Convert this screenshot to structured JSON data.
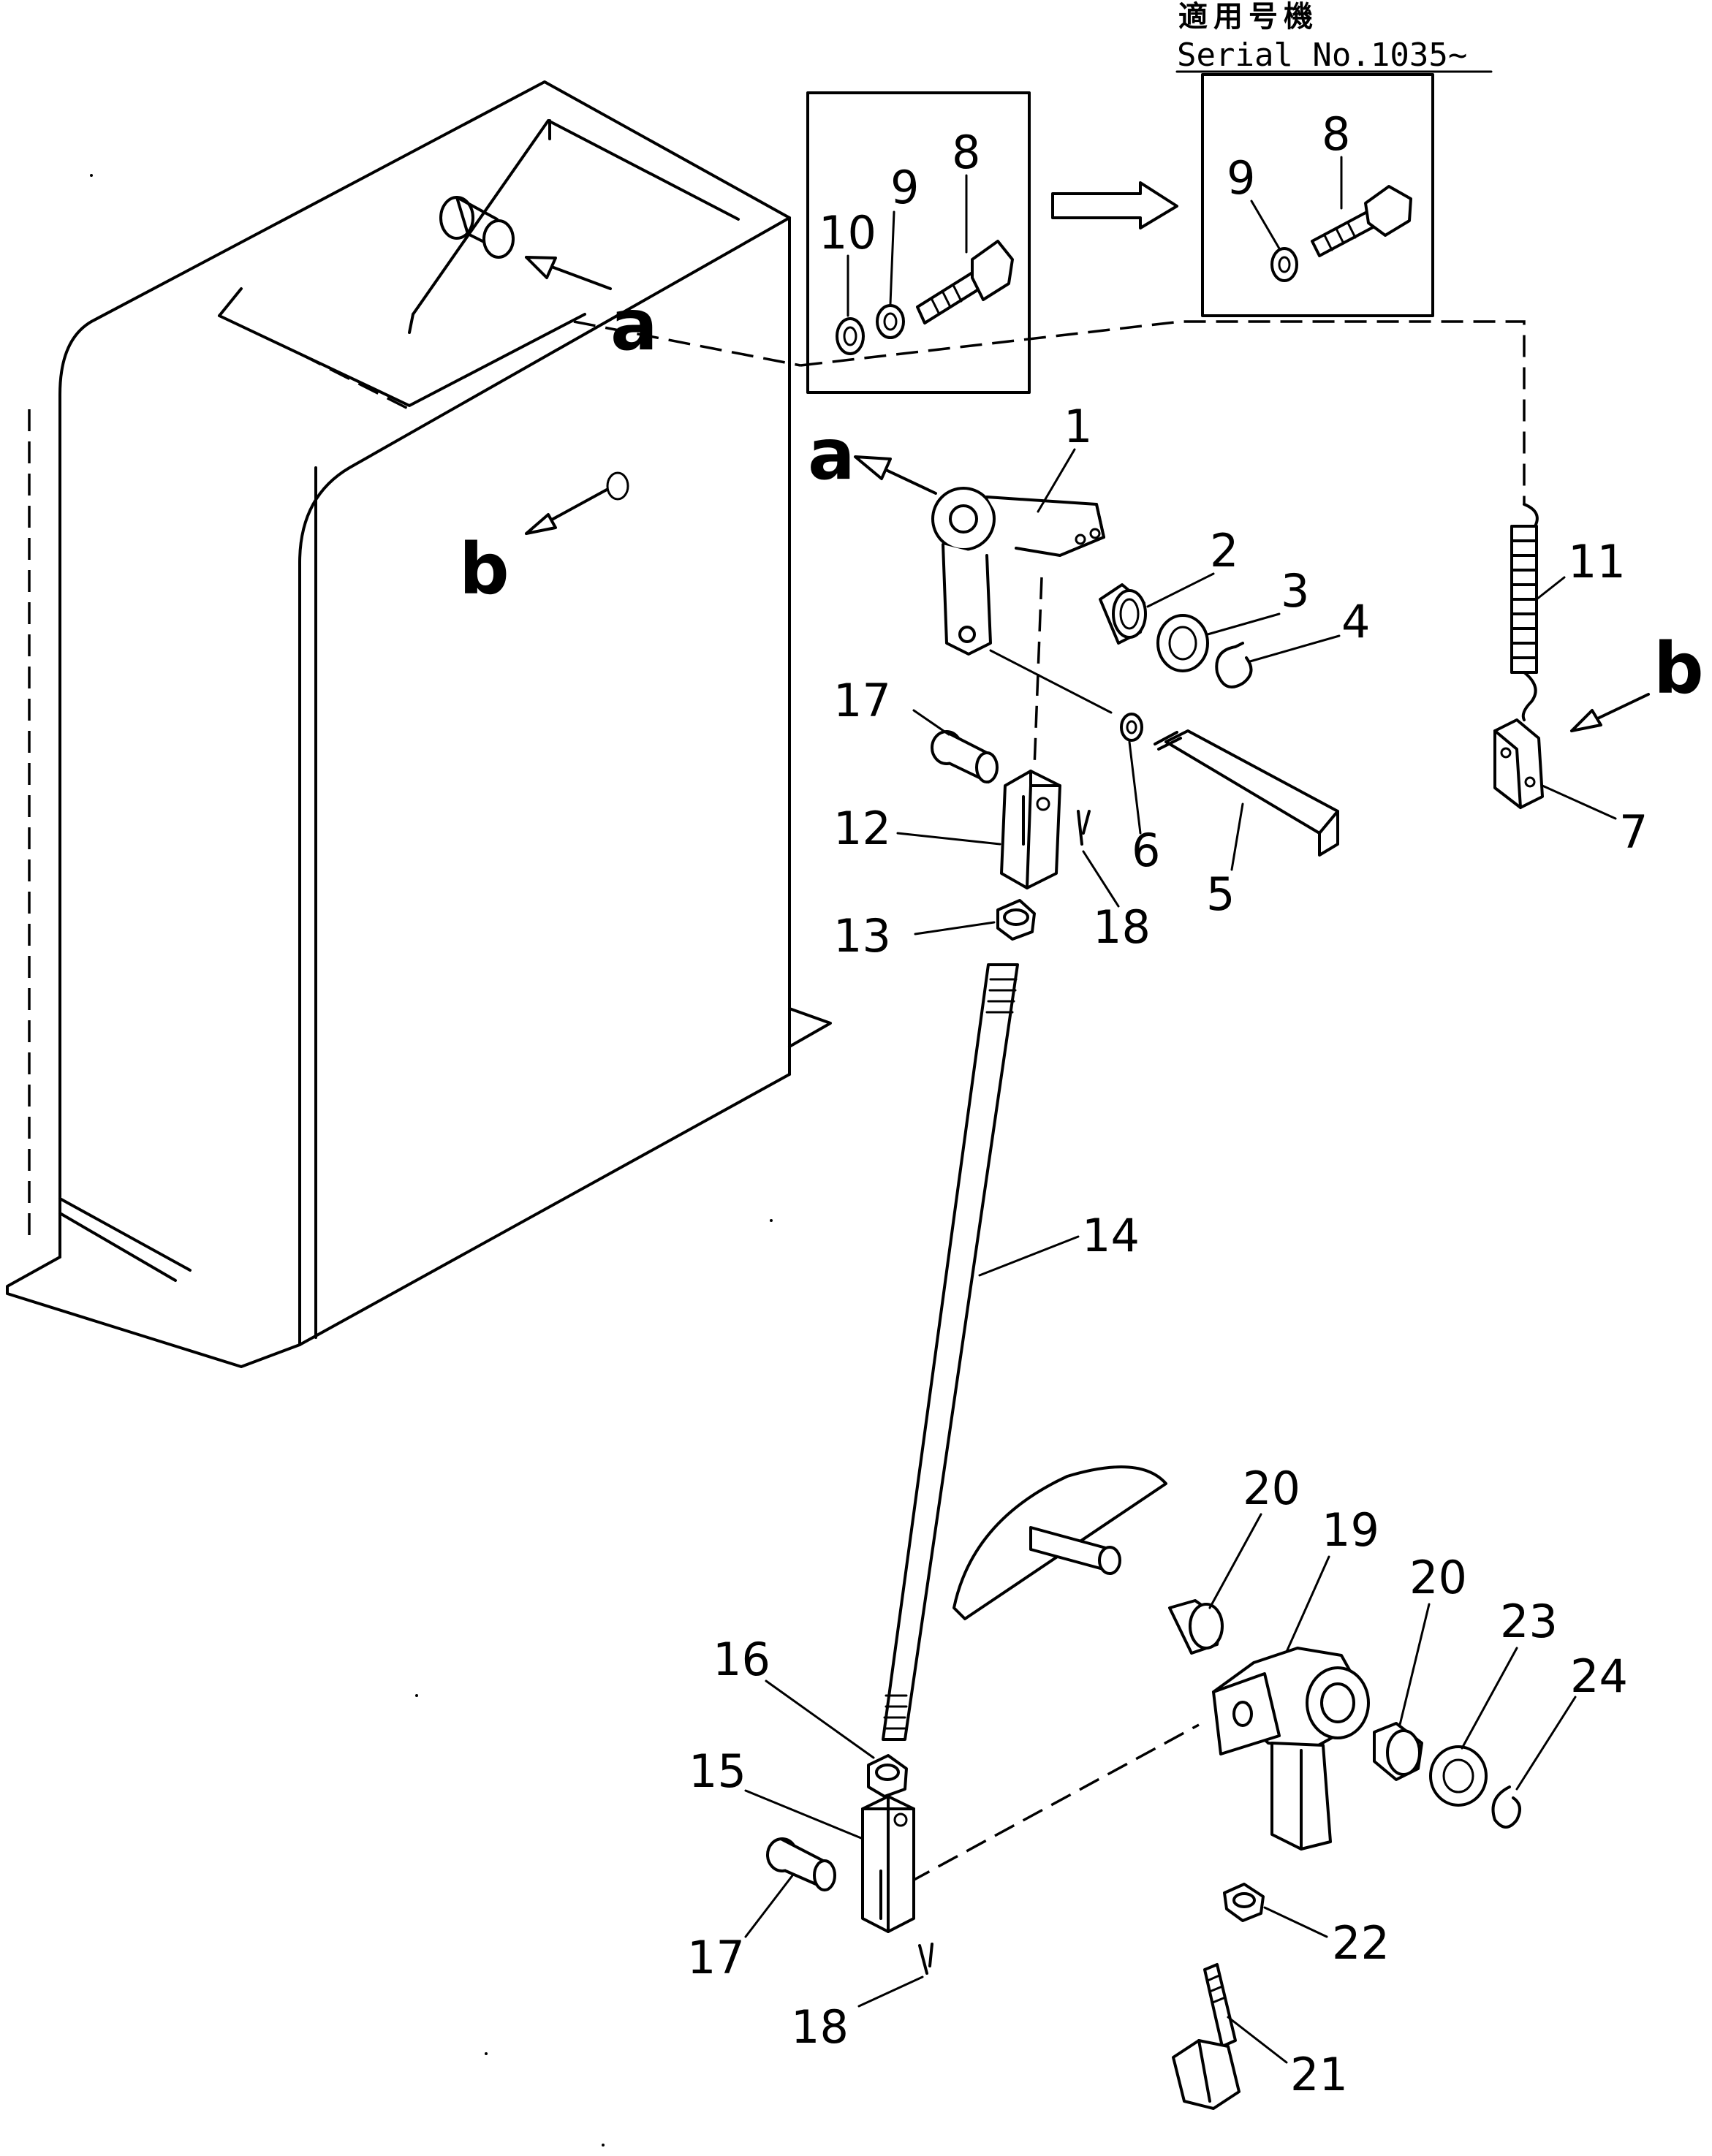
{
  "header": {
    "japanese_label": "適用号機",
    "serial_label": "Serial No.1035~"
  },
  "view_letters": {
    "a": "a",
    "b": "b"
  },
  "callouts": [
    {
      "id": "c1",
      "text": "1"
    },
    {
      "id": "c2",
      "text": "2"
    },
    {
      "id": "c3",
      "text": "3"
    },
    {
      "id": "c4",
      "text": "4"
    },
    {
      "id": "c5",
      "text": "5"
    },
    {
      "id": "c6",
      "text": "6"
    },
    {
      "id": "c7",
      "text": "7"
    },
    {
      "id": "c8a",
      "text": "8"
    },
    {
      "id": "c9a",
      "text": "9"
    },
    {
      "id": "c10",
      "text": "10"
    },
    {
      "id": "c8b",
      "text": "8"
    },
    {
      "id": "c9b",
      "text": "9"
    },
    {
      "id": "c11",
      "text": "11"
    },
    {
      "id": "c12",
      "text": "12"
    },
    {
      "id": "c13",
      "text": "13"
    },
    {
      "id": "c14",
      "text": "14"
    },
    {
      "id": "c15",
      "text": "15"
    },
    {
      "id": "c16",
      "text": "16"
    },
    {
      "id": "c17a",
      "text": "17"
    },
    {
      "id": "c17b",
      "text": "17"
    },
    {
      "id": "c18a",
      "text": "18"
    },
    {
      "id": "c18b",
      "text": "18"
    },
    {
      "id": "c19",
      "text": "19"
    },
    {
      "id": "c20a",
      "text": "20"
    },
    {
      "id": "c20b",
      "text": "20"
    },
    {
      "id": "c21",
      "text": "21"
    },
    {
      "id": "c22",
      "text": "22"
    },
    {
      "id": "c23",
      "text": "23"
    },
    {
      "id": "c24",
      "text": "24"
    }
  ]
}
